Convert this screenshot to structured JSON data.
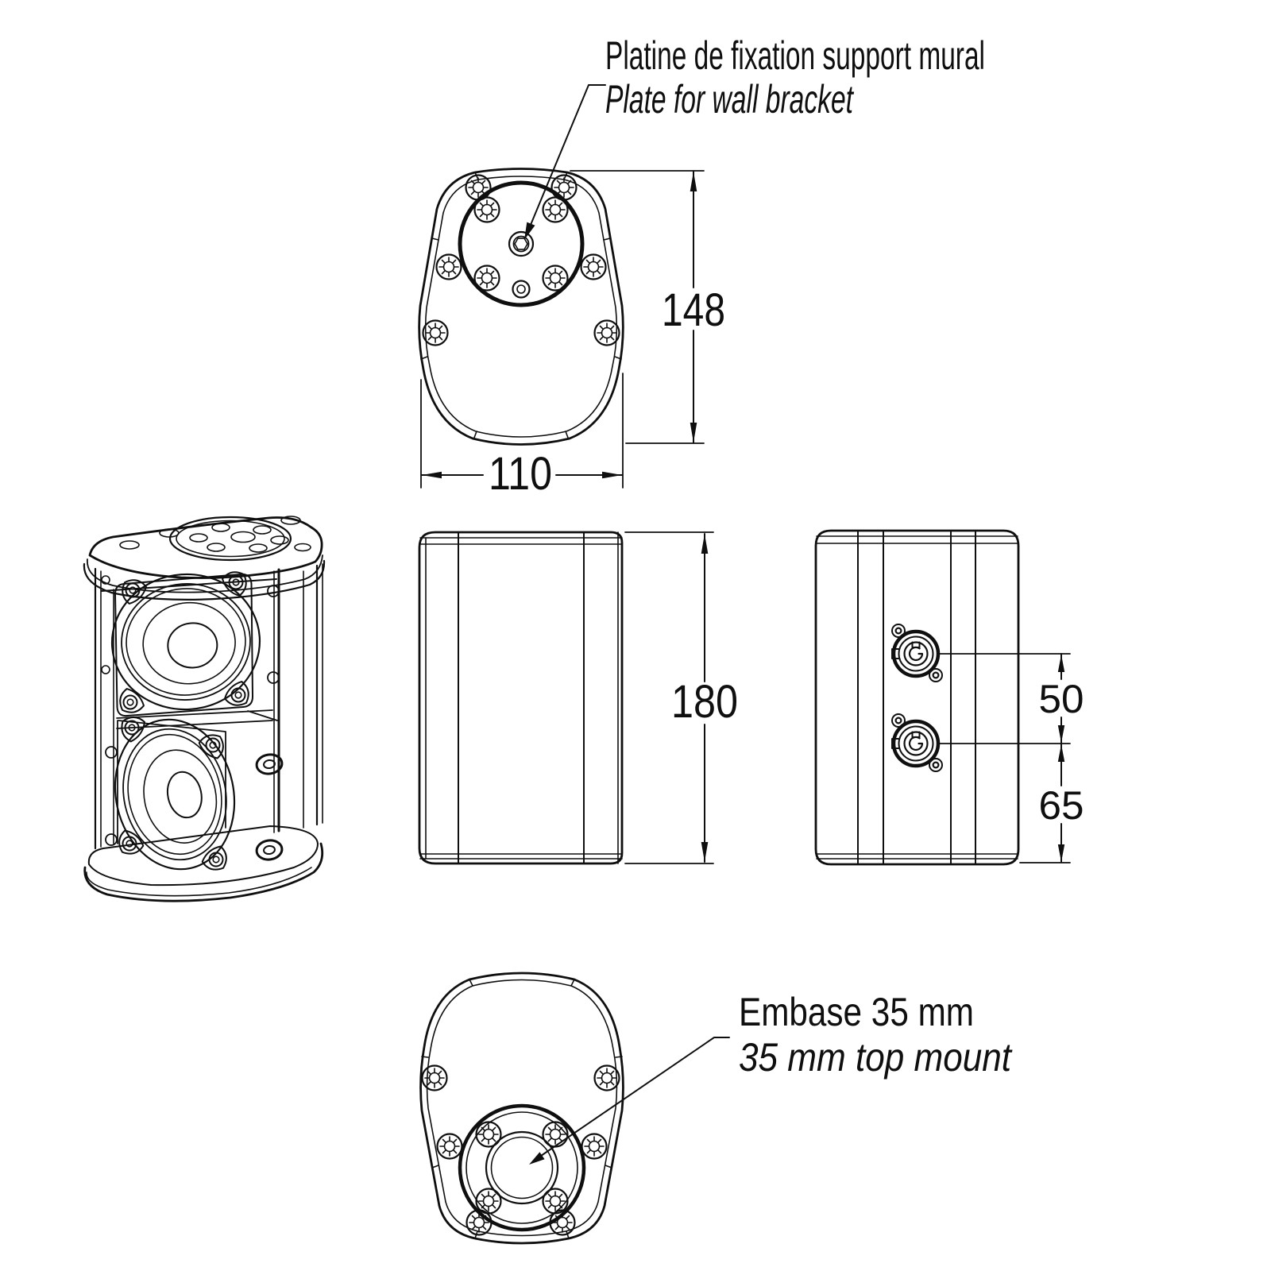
{
  "colors": {
    "background": "#ffffff",
    "line": "#0f0f0f"
  },
  "annotations": {
    "wall_bracket": {
      "line1": "Platine de fixation support mural",
      "line2": "Plate for wall bracket"
    },
    "top_mount": {
      "line1": "Embase 35 mm",
      "line2": "35 mm top mount"
    }
  },
  "dimensions": {
    "top_depth": "148",
    "top_width": "110",
    "height": "180",
    "connector_spacing": "50",
    "connector_bottom_offset": "65"
  }
}
